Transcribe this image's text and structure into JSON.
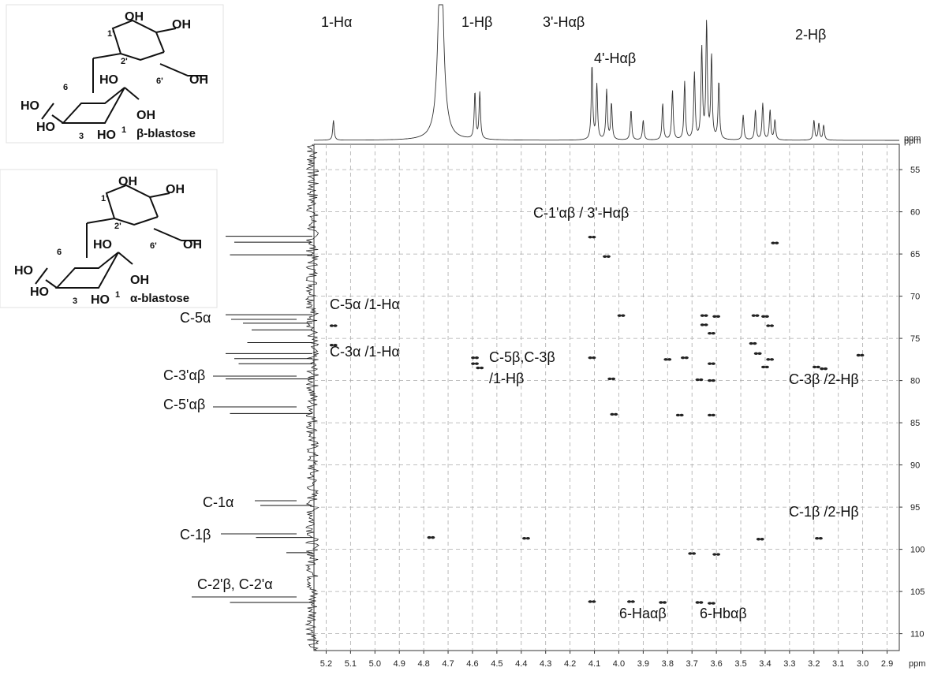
{
  "structures": [
    {
      "name": "β-blastose",
      "labels": [
        "1'",
        "OH",
        "OH",
        "2'",
        "6",
        "HO",
        "6'",
        "OH",
        "HO",
        "HO",
        "3",
        "HO",
        "1",
        "OH"
      ]
    },
    {
      "name": "α-blastose",
      "labels": [
        "1'",
        "OH",
        "OH",
        "2'",
        "6",
        "HO",
        "6'",
        "OH",
        "HO",
        "HO",
        "3",
        "HO",
        "1",
        "OH"
      ]
    }
  ],
  "chart_data": {
    "type": "scatter",
    "subtype": "2D NMR HSQC spectrum with projections",
    "x_axis": {
      "unit": "ppm",
      "range": [
        5.25,
        2.85
      ],
      "reversed": true,
      "ticks": [
        5.2,
        5.1,
        5.0,
        4.9,
        4.8,
        4.7,
        4.6,
        4.5,
        4.4,
        4.3,
        4.2,
        4.1,
        4.0,
        3.9,
        3.8,
        3.7,
        3.6,
        3.5,
        3.4,
        3.3,
        3.2,
        3.1,
        3.0,
        2.9
      ]
    },
    "y_axis": {
      "unit": "ppm",
      "range": [
        52,
        112
      ],
      "reversed": true,
      "ticks": [
        55,
        60,
        65,
        70,
        75,
        80,
        85,
        90,
        95,
        100,
        105,
        110
      ]
    },
    "grid": true,
    "cross_peaks": [
      {
        "x": 5.17,
        "y": 73.5
      },
      {
        "x": 5.17,
        "y": 75.8
      },
      {
        "x": 4.59,
        "y": 78.0
      },
      {
        "x": 4.57,
        "y": 78.5
      },
      {
        "x": 4.59,
        "y": 77.3
      },
      {
        "x": 4.11,
        "y": 63.0
      },
      {
        "x": 4.05,
        "y": 65.3
      },
      {
        "x": 4.11,
        "y": 77.3
      },
      {
        "x": 4.03,
        "y": 79.8
      },
      {
        "x": 3.99,
        "y": 72.3
      },
      {
        "x": 3.8,
        "y": 77.5
      },
      {
        "x": 3.73,
        "y": 77.3
      },
      {
        "x": 3.62,
        "y": 78.0
      },
      {
        "x": 3.67,
        "y": 79.9
      },
      {
        "x": 3.62,
        "y": 80.0
      },
      {
        "x": 3.65,
        "y": 72.3
      },
      {
        "x": 3.6,
        "y": 72.4
      },
      {
        "x": 3.65,
        "y": 73.4
      },
      {
        "x": 3.62,
        "y": 74.4
      },
      {
        "x": 3.44,
        "y": 72.3
      },
      {
        "x": 3.4,
        "y": 72.4
      },
      {
        "x": 3.38,
        "y": 73.5
      },
      {
        "x": 3.45,
        "y": 75.6
      },
      {
        "x": 3.43,
        "y": 76.8
      },
      {
        "x": 3.38,
        "y": 77.5
      },
      {
        "x": 3.4,
        "y": 78.4
      },
      {
        "x": 3.36,
        "y": 63.7
      },
      {
        "x": 3.19,
        "y": 78.4
      },
      {
        "x": 3.16,
        "y": 78.6
      },
      {
        "x": 3.01,
        "y": 77.0
      },
      {
        "x": 4.02,
        "y": 84.0
      },
      {
        "x": 3.75,
        "y": 84.1
      },
      {
        "x": 3.62,
        "y": 84.1
      },
      {
        "x": 3.18,
        "y": 98.7
      },
      {
        "x": 3.42,
        "y": 98.8
      },
      {
        "x": 4.77,
        "y": 98.6
      },
      {
        "x": 4.38,
        "y": 98.7
      },
      {
        "x": 3.7,
        "y": 100.5
      },
      {
        "x": 3.6,
        "y": 100.6
      },
      {
        "x": 4.11,
        "y": 106.2
      },
      {
        "x": 3.95,
        "y": 106.2
      },
      {
        "x": 3.82,
        "y": 106.3
      },
      {
        "x": 3.67,
        "y": 106.3
      },
      {
        "x": 3.62,
        "y": 106.4
      }
    ],
    "h1_projection_peaks": [
      {
        "x": 5.17,
        "h": 0.12
      },
      {
        "x": 4.73,
        "h": 1.3
      },
      {
        "x": 4.59,
        "h": 0.28
      },
      {
        "x": 4.57,
        "h": 0.28
      },
      {
        "x": 4.11,
        "h": 0.45
      },
      {
        "x": 4.09,
        "h": 0.33
      },
      {
        "x": 4.05,
        "h": 0.3
      },
      {
        "x": 4.03,
        "h": 0.22
      },
      {
        "x": 3.95,
        "h": 0.18
      },
      {
        "x": 3.9,
        "h": 0.12
      },
      {
        "x": 3.82,
        "h": 0.22
      },
      {
        "x": 3.78,
        "h": 0.3
      },
      {
        "x": 3.73,
        "h": 0.35
      },
      {
        "x": 3.69,
        "h": 0.4
      },
      {
        "x": 3.66,
        "h": 0.55
      },
      {
        "x": 3.64,
        "h": 0.7
      },
      {
        "x": 3.62,
        "h": 0.5
      },
      {
        "x": 3.59,
        "h": 0.35
      },
      {
        "x": 3.49,
        "h": 0.15
      },
      {
        "x": 3.44,
        "h": 0.18
      },
      {
        "x": 3.41,
        "h": 0.22
      },
      {
        "x": 3.38,
        "h": 0.18
      },
      {
        "x": 3.36,
        "h": 0.12
      },
      {
        "x": 3.2,
        "h": 0.12
      },
      {
        "x": 3.18,
        "h": 0.1
      },
      {
        "x": 3.16,
        "h": 0.09
      }
    ],
    "c13_projection_peaks": [
      {
        "y": 62.9,
        "h": 1.0
      },
      {
        "y": 63.6,
        "h": 0.9
      },
      {
        "y": 65.1,
        "h": 0.95
      },
      {
        "y": 72.2,
        "h": 1.0
      },
      {
        "y": 73.2,
        "h": 0.8
      },
      {
        "y": 74.0,
        "h": 0.7
      },
      {
        "y": 75.5,
        "h": 0.75
      },
      {
        "y": 76.8,
        "h": 1.0
      },
      {
        "y": 77.4,
        "h": 0.9
      },
      {
        "y": 78.0,
        "h": 0.85
      },
      {
        "y": 79.8,
        "h": 1.0
      },
      {
        "y": 83.9,
        "h": 0.95
      },
      {
        "y": 94.8,
        "h": 0.6
      },
      {
        "y": 98.6,
        "h": 0.65
      },
      {
        "y": 100.4,
        "h": 0.3
      },
      {
        "y": 106.3,
        "h": 0.95
      }
    ],
    "annotations": [
      "1-Hα",
      "1-Hβ",
      "3'-Hαβ",
      "4'-Hαβ",
      "2-Hβ",
      "C-1'αβ / 3'-Hαβ",
      "C-5α /1-Hα",
      "C-3α /1-Hα",
      "C-5β,C-3β",
      "/1-Hβ",
      "C-3β /2-Hβ",
      "C-1β /2-Hβ",
      "6-Haαβ",
      "6-Hbαβ",
      "C-5α",
      "C-3'αβ",
      "C-5'αβ",
      "C-1α",
      "C-1β",
      "C-2'β, C-2'α"
    ]
  }
}
